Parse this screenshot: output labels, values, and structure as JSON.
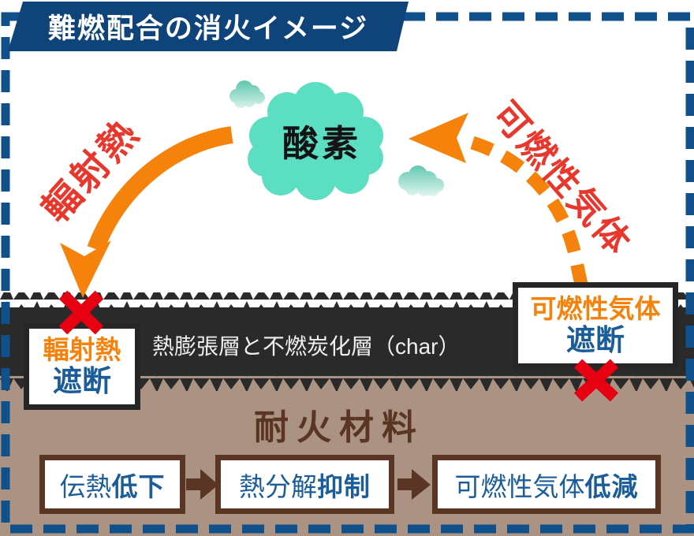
{
  "header": {
    "title": "難燃配合の消火イメージ"
  },
  "scene": {
    "oxygen_label": "酸素",
    "radiant_heat_label": "輻射熱",
    "flammable_gas_label": "可燃性気体",
    "char_layer_label": "熱膨張層と不燃炭化層（char）",
    "left_block": {
      "line1": "輻射熱",
      "line2": "遮断"
    },
    "right_block": {
      "line1": "可燃性気体",
      "line2": "遮断"
    },
    "material_title": "耐火材料"
  },
  "flow": {
    "steps": [
      {
        "normal": "伝熱",
        "bold": "低下"
      },
      {
        "normal": "熱分解",
        "bold": "抑制"
      },
      {
        "normal": "可燃性気体",
        "bold": "低減"
      }
    ]
  },
  "colors": {
    "frame_blue": "#10518B",
    "header_blue": "#0E4479",
    "orange": "#F5820B",
    "red_label": "#E8382D",
    "x_red": "#E60012",
    "teal_cloud": "#5CDEC2",
    "black_layer": "#2A2A2A",
    "brown_bg": "#AB9384",
    "dark_brown": "#5B3524",
    "box_text_blue": "#1B5D99"
  }
}
